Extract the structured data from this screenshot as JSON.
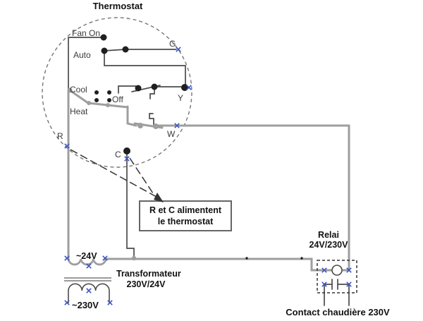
{
  "title": "Thermostat",
  "thermostat": {
    "mode_fan_on": "Fan On",
    "mode_auto": "Auto",
    "mode_cool": "Cool",
    "mode_off": "Off",
    "mode_heat": "Heat",
    "terminal_g": "G",
    "terminal_y": "Y",
    "terminal_w": "W",
    "terminal_r": "R",
    "terminal_c": "C"
  },
  "annotation": {
    "line1": "R et C alimentent",
    "line2": "le thermostat"
  },
  "transformer": {
    "name": "Transformateur",
    "ratio": "230V/24V",
    "secondary_voltage": "~24V",
    "primary_voltage": "~230V"
  },
  "relay": {
    "name": "Relai",
    "ratio": "24V/230V"
  },
  "boiler": {
    "contact_label": "Contact chaudière 230V"
  },
  "icons": {
    "terminal_marker": "x-cross",
    "contact_dot": "filled-circle",
    "relay_coil": "circle-coil",
    "boiler_contact": "no-contact-bars",
    "leader_arrow": "solid-arrowhead"
  },
  "colors": {
    "wire_gray": "#9e9e9e",
    "wire_dark": "#4b4b4b",
    "core_gray": "#7a7a7a",
    "terminal_x": "#3b55c0",
    "dashed_outline": "#777777",
    "leader": "#333333",
    "low_voltage_text": "#2f55d4",
    "high_voltage_text": "#cc1111"
  }
}
